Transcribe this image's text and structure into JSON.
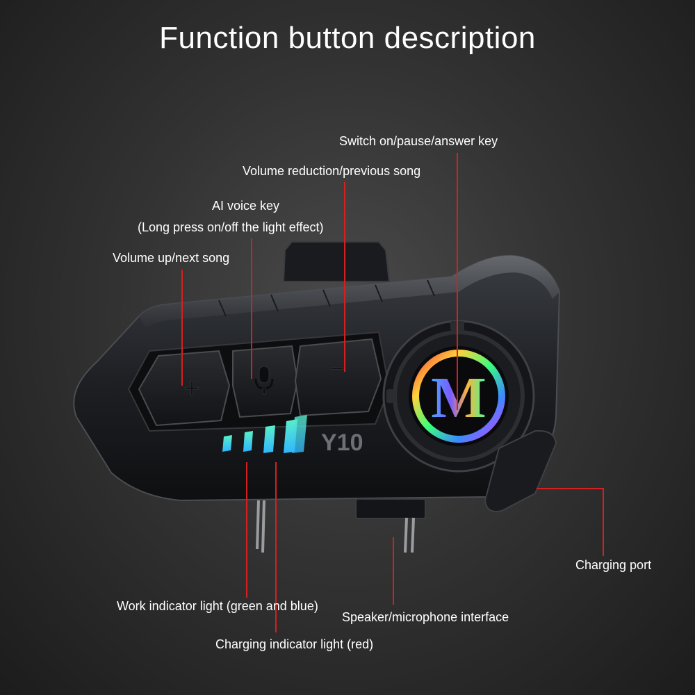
{
  "title": "Function button description",
  "labels": {
    "switch_key": "Switch on/pause/answer key",
    "volume_reduction": "Volume reduction/previous song",
    "ai_voice": "AI voice key",
    "ai_voice_sub": "(Long press on/off the light effect)",
    "volume_up": "Volume up/next song",
    "charging_port": "Charging port",
    "work_indicator": "Work indicator light (green and blue)",
    "speaker_mic": "Speaker/microphone interface",
    "charging_indicator": "Charging indicator light (red)"
  },
  "device": {
    "model": "Y10",
    "plus_symbol": "+",
    "minus_symbol": "−",
    "logo_letter": "M"
  },
  "colors": {
    "leader_line": "#d42020",
    "indicator_blue": "#3fd0ff",
    "indicator_green": "#46e0c0"
  }
}
